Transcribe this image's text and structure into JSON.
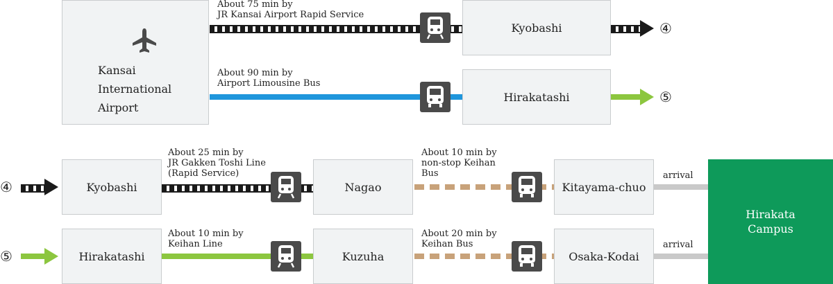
{
  "airport": {
    "name_line1": "Kansai",
    "name_line2": "International",
    "name_line3": "Airport",
    "icon": "airplane-icon"
  },
  "row1": {
    "duration": "About 75 min by",
    "service": "JR Kansai Airport Rapid Service",
    "station": "Kyobashi",
    "marker": "④"
  },
  "row2": {
    "duration": "About 90 min by",
    "service": "Airport Limousine Bus",
    "station": "Hirakatashi",
    "marker": "⑤"
  },
  "row3": {
    "start_marker": "④",
    "start_station": "Kyobashi",
    "leg1_line1": "About 25 min by",
    "leg1_line2": "JR Gakken Toshi Line",
    "leg1_line3": "(Rapid Service)",
    "mid_station": "Nagao",
    "leg2_line1": "About 10 min by",
    "leg2_line2": "non-stop Keihan",
    "leg2_line3": "Bus",
    "end_station": "Kitayama-chuo",
    "arrival": "arrival"
  },
  "row4": {
    "start_marker": "⑤",
    "start_station": "Hirakatashi",
    "leg1_line1": "About 10 min by",
    "leg1_line2": "Keihan Line",
    "mid_station": "Kuzuha",
    "leg2_line1": "About 20 min by",
    "leg2_line2": "Keihan Bus",
    "end_station": "Osaka-Kodai",
    "arrival": "arrival"
  },
  "campus": {
    "line1": "Hirakata",
    "line2": "Campus"
  },
  "colors": {
    "jr": "#1a1a1a",
    "limousine": "#1f96dc",
    "keihan_line": "#8cc63f",
    "keihan_bus": "#c8a27a",
    "campus": "#0e9a5a",
    "arrival": "#c9c9c9"
  }
}
